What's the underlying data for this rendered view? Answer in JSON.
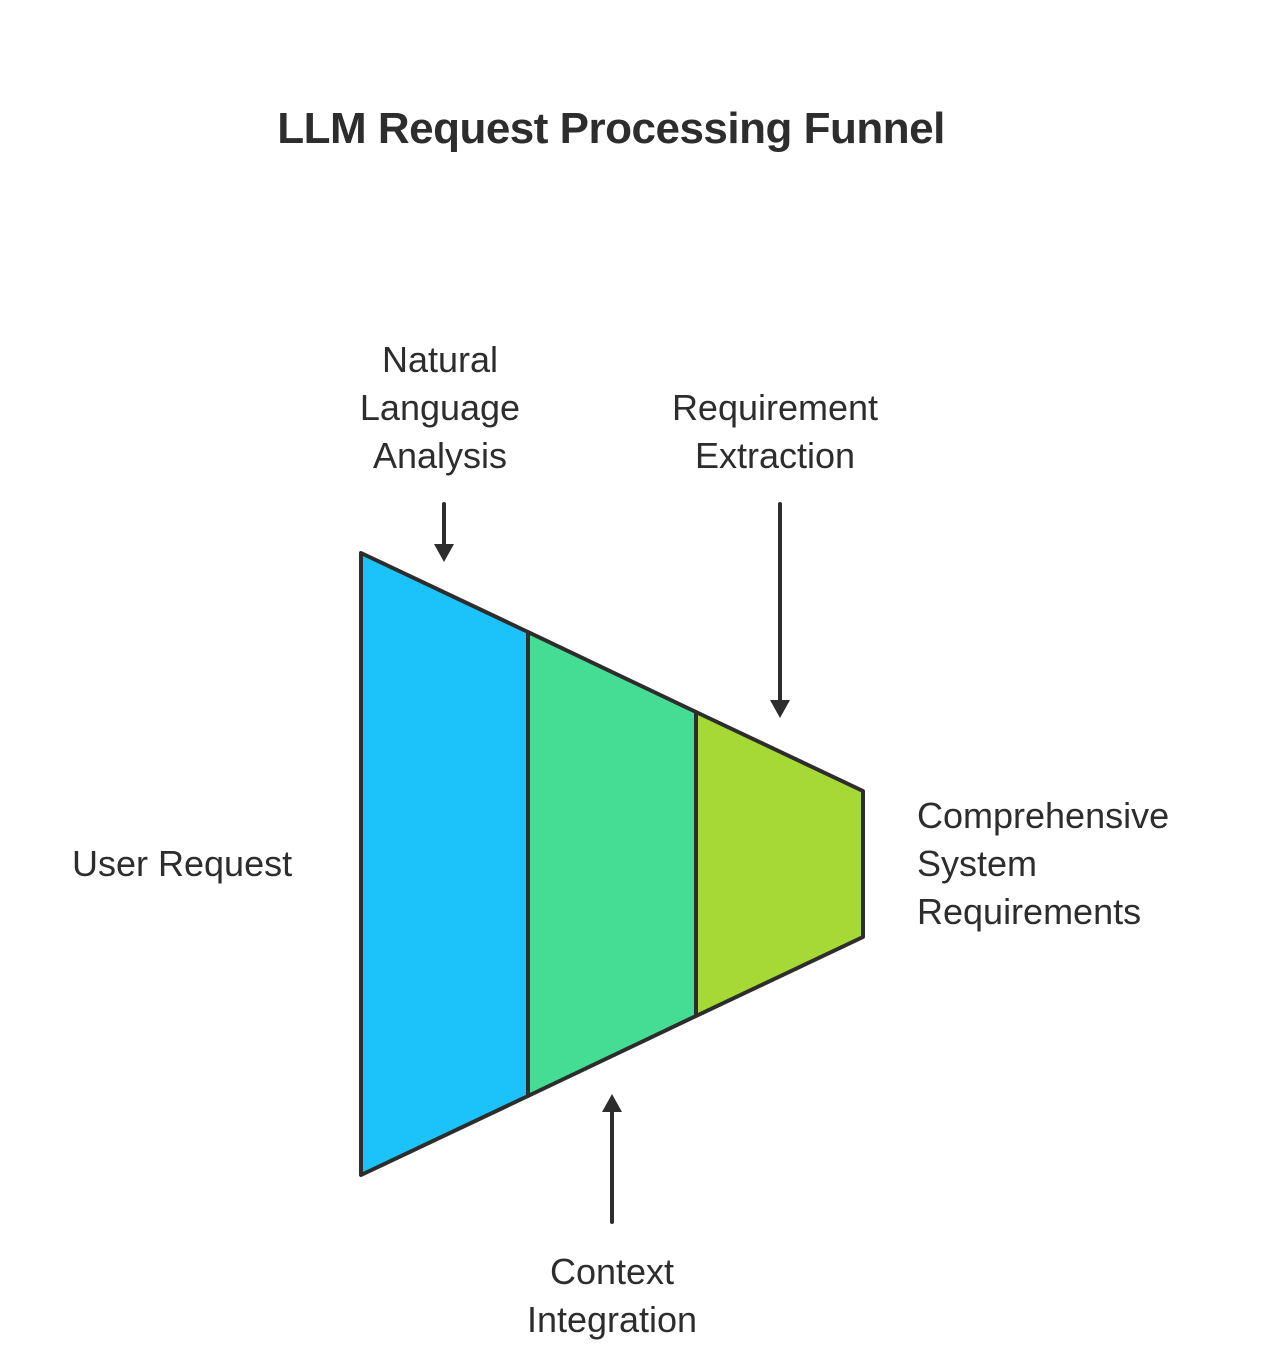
{
  "title": "LLM Request Processing Funnel",
  "stages": [
    {
      "name": "User Request",
      "color": "#1cc3fb"
    },
    {
      "name": "Natural Language Analysis",
      "color": "#1cc3fb"
    },
    {
      "name": "Context Integration",
      "color": "#45dd93"
    },
    {
      "name": "Requirement Extraction",
      "color": "#a6d935"
    }
  ],
  "labels": {
    "input": "User Request",
    "nla": [
      "Natural",
      "Language",
      "Analysis"
    ],
    "req": [
      "Requirement",
      "Extraction"
    ],
    "ctx": [
      "Context",
      "Integration"
    ],
    "output": [
      "Comprehensive",
      "System",
      "Requirements"
    ]
  },
  "colors": {
    "segment1": "#1cc3fb",
    "segment2": "#45dd93",
    "segment3": "#a6d935",
    "stroke": "#2d2d2d"
  }
}
